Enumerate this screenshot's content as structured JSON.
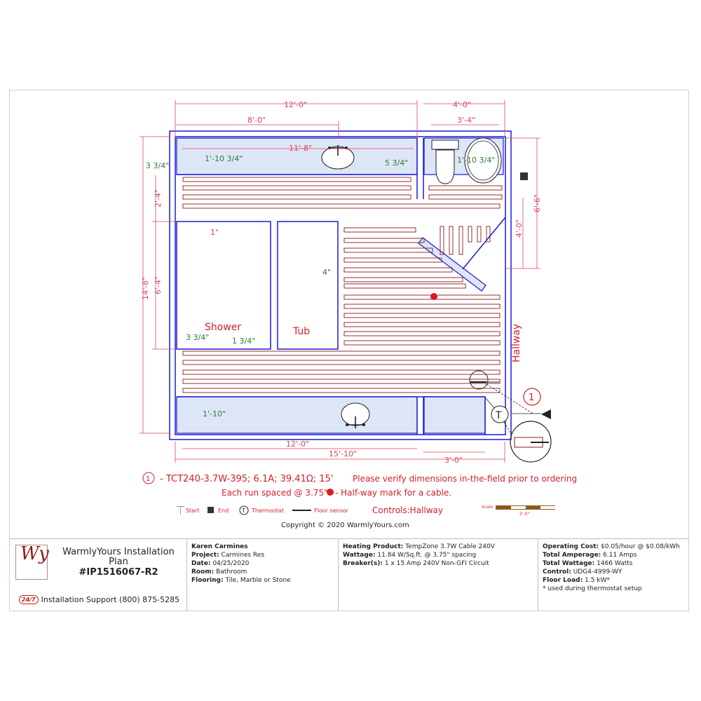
{
  "dimensions": {
    "top_width": "12'-0\"",
    "top_right": "4'-0\"",
    "top_8": "8'-0\"",
    "top_3_4": "3'-4\"",
    "counter_top": "11'-8\"",
    "counter_left": "1'-10 3/4\"",
    "toilet_depth": "1'-10 3/4\"",
    "gap_5_34": "5 3/4\"",
    "left_3_34": "3 3/4\"",
    "left_2_4": "2'-4\"",
    "left_6_4": "6'-4\"",
    "left_14_8": "14'-8\"",
    "right_6_6": "6'-6\"",
    "right_4_0": "4'-0\"",
    "one_inch": "1\"",
    "four_inch": "4\"",
    "shower_334": "3 3/4\"",
    "shower_134": "1 3/4\"",
    "bottom_counter": "1'-10\"",
    "bottom_12": "12'-0\"",
    "bottom_15_10": "15'-10\"",
    "bottom_3": "3'-0\""
  },
  "rooms": {
    "shower": "Shower",
    "tub": "Tub",
    "hallway": "Hallway"
  },
  "markers": {
    "cable_number": "1",
    "thermostat": "T"
  },
  "notes": {
    "cable_spec": "- TCT240-3.7W-395; 6.1A; 39.41Ω; 15'",
    "verify": "Please verify dimensions in-the-field prior to ordering",
    "spacing": "Each run spaced @ 3.75\".",
    "halfway": "- Half-way mark for a cable.",
    "controls": "Controls:Hallway",
    "copyright": "Copyright © 2020 WarmlyYours.com"
  },
  "legend": {
    "start": "Start",
    "end": "End",
    "thermostat": "Thermostat",
    "floor_sensor": "Floor sensor",
    "scale": "Scale",
    "scale_value": "2'-0\""
  },
  "title_block": {
    "company_title": "WarmlyYours Installation Plan",
    "plan_id": "#IP1516067-R2",
    "support": "Installation Support (800) 875-5285",
    "badge": "24/7",
    "logo_letters": "Wy",
    "client_name": "Karen Carmines",
    "project_label": "Project:",
    "project": "Carmines Res",
    "date_label": "Date:",
    "date": "04/25/2020",
    "room_label": "Room:",
    "room": "Bathroom",
    "flooring_label": "Flooring:",
    "flooring": "Tile, Marble or Stone",
    "product_label": "Heating Product:",
    "product": "TempZone 3.7W Cable 240V",
    "wattage_label": "Wattage:",
    "wattage": "11.84 W/Sq.ft. @ 3.75\" spacing",
    "breaker_label": "Breaker(s):",
    "breaker": "1 x 15 Amp 240V Non-GFI Circuit",
    "cost_label": "Operating Cost:",
    "cost": "$0.05/hour @ $0.08/kWh",
    "amperage_label": "Total Amperage:",
    "amperage": "6.11 Amps",
    "total_watt_label": "Total Wattage:",
    "total_watt": "1466 Watts",
    "control_label": "Control:",
    "control": "UDG4-4999-WY",
    "load_label": "Floor Load:",
    "load": "1.5 kW*",
    "footnote": "* used during thermostat setup"
  },
  "colors": {
    "wall": "#1a1ad6",
    "cable": "#8b1a1a",
    "dimension": "#e0435a",
    "fixture_fill": "#dfe7f7",
    "note_red": "#d21f2a",
    "green_text": "#2e7d32"
  }
}
